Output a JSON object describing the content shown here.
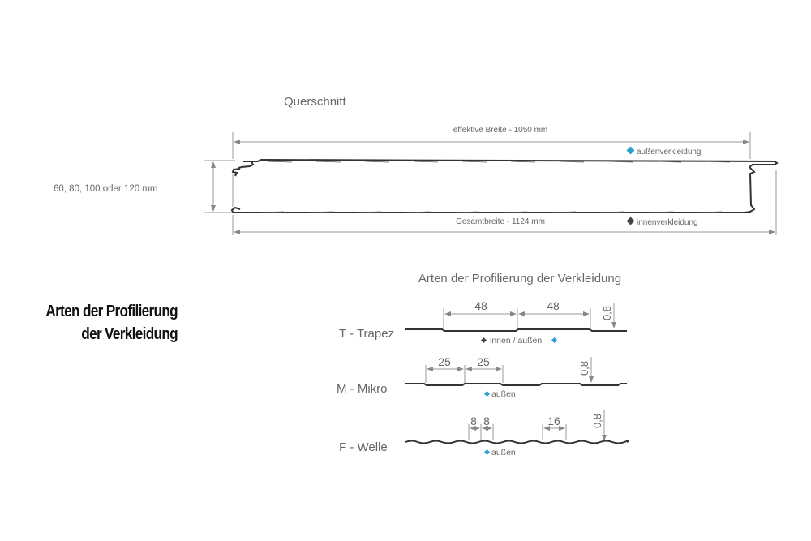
{
  "cross_section": {
    "title": "Querschnitt",
    "thickness_label": "60, 80, 100 oder 120 mm",
    "effective_width_label": "effektive Breite - 1050 mm",
    "total_width_label": "Gesamtbreite - 1124 mm",
    "outer_label": "außenverkleidung",
    "inner_label": "innenverkleidung"
  },
  "side_heading": {
    "line1": "Arten der Profilierung",
    "line2": "der Verkleidung"
  },
  "profiles": {
    "title": "Arten der Profilierung der Verkleidung",
    "trapez": {
      "label": "T - Trapez",
      "dim1": "48",
      "dim2": "48",
      "depth": "0,8",
      "side": "innen / außen"
    },
    "mikro": {
      "label": "M - Mikro",
      "dim1": "25",
      "dim2": "25",
      "depth": "0,8",
      "side": "außen"
    },
    "welle": {
      "label": "F - Welle",
      "dim1": "8",
      "dim2": "8",
      "dim3": "16",
      "depth": "0,8",
      "side": "außen"
    }
  },
  "colors": {
    "outer_marker": "#2a9fd0",
    "inner_marker": "#444444",
    "text": "#666666"
  }
}
